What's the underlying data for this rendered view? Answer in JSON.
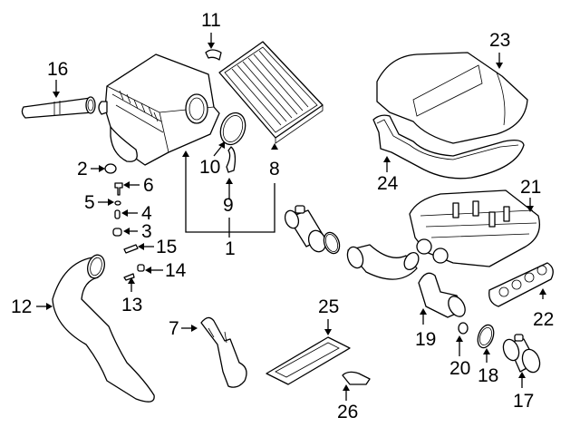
{
  "diagram": {
    "title": "Air Intake System Parts Diagram",
    "callouts": [
      {
        "id": "1",
        "label": "1",
        "part": "air-cleaner-assembly"
      },
      {
        "id": "2",
        "label": "2",
        "part": "grommet"
      },
      {
        "id": "3",
        "label": "3",
        "part": "bushing"
      },
      {
        "id": "4",
        "label": "4",
        "part": "sleeve"
      },
      {
        "id": "5",
        "label": "5",
        "part": "washer"
      },
      {
        "id": "6",
        "label": "6",
        "part": "bolt"
      },
      {
        "id": "7",
        "label": "7",
        "part": "bracket"
      },
      {
        "id": "8",
        "label": "8",
        "part": "air-filter-element"
      },
      {
        "id": "9",
        "label": "9",
        "part": "clip"
      },
      {
        "id": "10",
        "label": "10",
        "part": "seal-ring"
      },
      {
        "id": "11",
        "label": "11",
        "part": "clamp"
      },
      {
        "id": "12",
        "label": "12",
        "part": "intake-duct"
      },
      {
        "id": "13",
        "label": "13",
        "part": "bolt"
      },
      {
        "id": "14",
        "label": "14",
        "part": "nut"
      },
      {
        "id": "15",
        "label": "15",
        "part": "bolt"
      },
      {
        "id": "16",
        "label": "16",
        "part": "inlet-tube"
      },
      {
        "id": "17",
        "label": "17",
        "part": "air-mass-meter"
      },
      {
        "id": "18",
        "label": "18",
        "part": "clamp"
      },
      {
        "id": "19",
        "label": "19",
        "part": "intake-boot"
      },
      {
        "id": "20",
        "label": "20",
        "part": "hose-clamp"
      },
      {
        "id": "21",
        "label": "21",
        "part": "intake-plenum-lower"
      },
      {
        "id": "22",
        "label": "22",
        "part": "manifold-gasket"
      },
      {
        "id": "23",
        "label": "23",
        "part": "plenum-cover"
      },
      {
        "id": "24",
        "label": "24",
        "part": "cover-gasket"
      },
      {
        "id": "25",
        "label": "25",
        "part": "emblem-plate"
      },
      {
        "id": "26",
        "label": "26",
        "part": "emblem-badge"
      }
    ]
  }
}
